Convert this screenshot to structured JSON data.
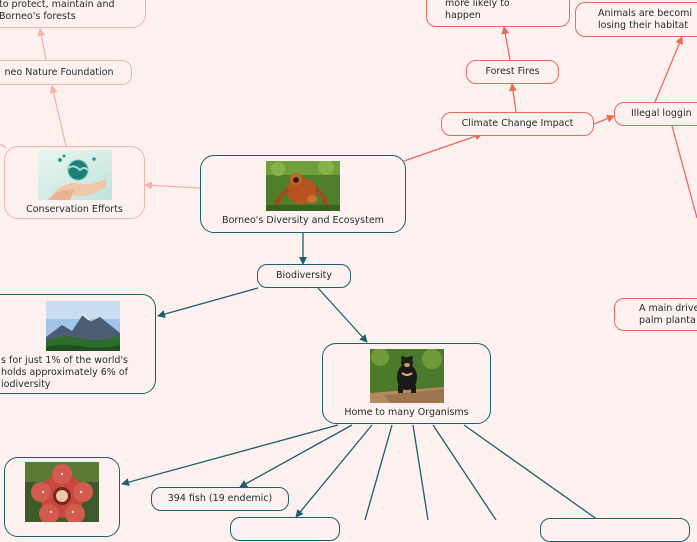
{
  "nodes": {
    "protect_text": "to protect, maintain and\nBorneo's forests",
    "foundation": "neo Nature Foundation",
    "conservation": "Conservation Efforts",
    "central": "Borneo's Diversity and Ecosystem",
    "biodiversity": "Biodiversity",
    "one_percent": "s for just 1% of the world's\nholds approximately 6% of\niodiversity",
    "organisms": "Home to many Organisms",
    "fish": "394 fish (19 endemic)",
    "climate": "Climate Change Impact",
    "forest_fires": "Forest Fires",
    "fires_likely": "more likely to\nhappen",
    "animals_habitat": "Animals are becomi\nlosing their habitat",
    "illegal_logging": "Illegal loggin",
    "main_driver": "A main drive\npalm planta"
  },
  "colors": {
    "background": "#fdf1ef",
    "teal": "#1d5f6e",
    "red": "#e9695f",
    "pink": "#f2b3ab"
  }
}
